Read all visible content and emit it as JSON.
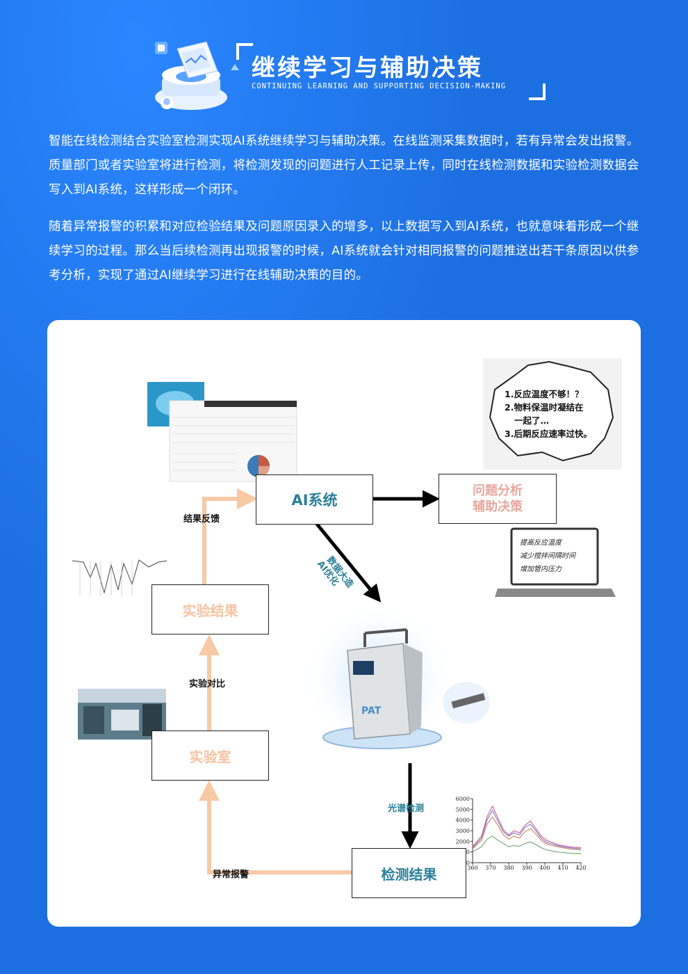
{
  "header": {
    "title": "继续学习与辅助决策",
    "subtitle": "CONTINUING LEARNING AND SUPPORTING DECISION-MAKING"
  },
  "paragraphs": [
    "智能在线检测结合实验室检测实现AI系统继续学习与辅助决策。在线监测采集数据时，若有异常会发出报警。质量部门或者实验室将进行检测，将检测发现的问题进行人工记录上传，同时在线检测数据和实验检测数据会写入到AI系统，这样形成一个闭环。",
    "随着异常报警的积累和对应检验结果及问题原因录入的增多，以上数据写入到AI系统，也就意味着形成一个继续学习的过程。那么当后续检测再出现报警的时候，AI系统就会针对相同报警的问题推送出若干条原因以供参考分析，实现了通过AI继续学习进行在线辅助决策的目的。"
  ],
  "diagram": {
    "nodes": {
      "ai_system": "AI系统",
      "problem_analysis": [
        "问题分析",
        "辅助决策"
      ],
      "lab_result": "实验结果",
      "lab": "实验室",
      "detect_result": "检测结果"
    },
    "edge_labels": {
      "feedback": "结果反馈",
      "compare": "实验对比",
      "alarm": "异常报警",
      "spectrum": "光谱检测",
      "big_data": "数据大造",
      "ai_opt": "AI优化"
    },
    "device_label": "PAT",
    "speech_lines": [
      "1.反应温度不够！？",
      "2.物料保温时凝结在",
      "一起了…",
      "3.后期反应速率过快。"
    ],
    "laptop_lines": [
      "提高反应温度",
      "减少搅拌间隔时间",
      "增加管内压力"
    ],
    "colors": {
      "orange": "#f8c9a5",
      "node_text_blue": "#2a7f9a",
      "node_text_pink": "#e8a79e",
      "lab_text": "#f6c3a0"
    }
  },
  "chart_data": {
    "type": "line",
    "x_ticks": [
      "360",
      "370",
      "380",
      "390",
      "400",
      "410",
      "420"
    ],
    "y_ticks": [
      "0",
      "1000",
      "2000",
      "3000",
      "4000",
      "5000",
      "6000"
    ],
    "xlim": [
      360,
      420
    ],
    "ylim": [
      0,
      6000
    ],
    "x": [
      360,
      365,
      368,
      371,
      374,
      377,
      380,
      383,
      386,
      389,
      392,
      395,
      398,
      401,
      404,
      407,
      410,
      413,
      416,
      420
    ],
    "series": [
      {
        "color": "#c06a9a",
        "values": [
          1500,
          2500,
          4300,
          5300,
          4200,
          3100,
          2600,
          3000,
          2800,
          3500,
          3900,
          3200,
          2500,
          2100,
          1900,
          1700,
          1600,
          1500,
          1450,
          1400
        ]
      },
      {
        "color": "#8a7abf",
        "values": [
          1400,
          2300,
          4000,
          4900,
          3900,
          2900,
          2500,
          2800,
          2600,
          3300,
          3600,
          3000,
          2300,
          1900,
          1750,
          1600,
          1500,
          1400,
          1350,
          1300
        ]
      },
      {
        "color": "#d08a6a",
        "values": [
          1300,
          2100,
          3600,
          4300,
          3500,
          2600,
          2200,
          2500,
          2300,
          2900,
          3200,
          2700,
          2100,
          1750,
          1600,
          1500,
          1400,
          1300,
          1250,
          1200
        ]
      },
      {
        "color": "#7aaa7a",
        "values": [
          1000,
          1500,
          2200,
          2500,
          2100,
          1800,
          1500,
          1600,
          1550,
          1800,
          1950,
          1700,
          1400,
          1200,
          1100,
          1000,
          950,
          900,
          870,
          850
        ]
      }
    ]
  }
}
